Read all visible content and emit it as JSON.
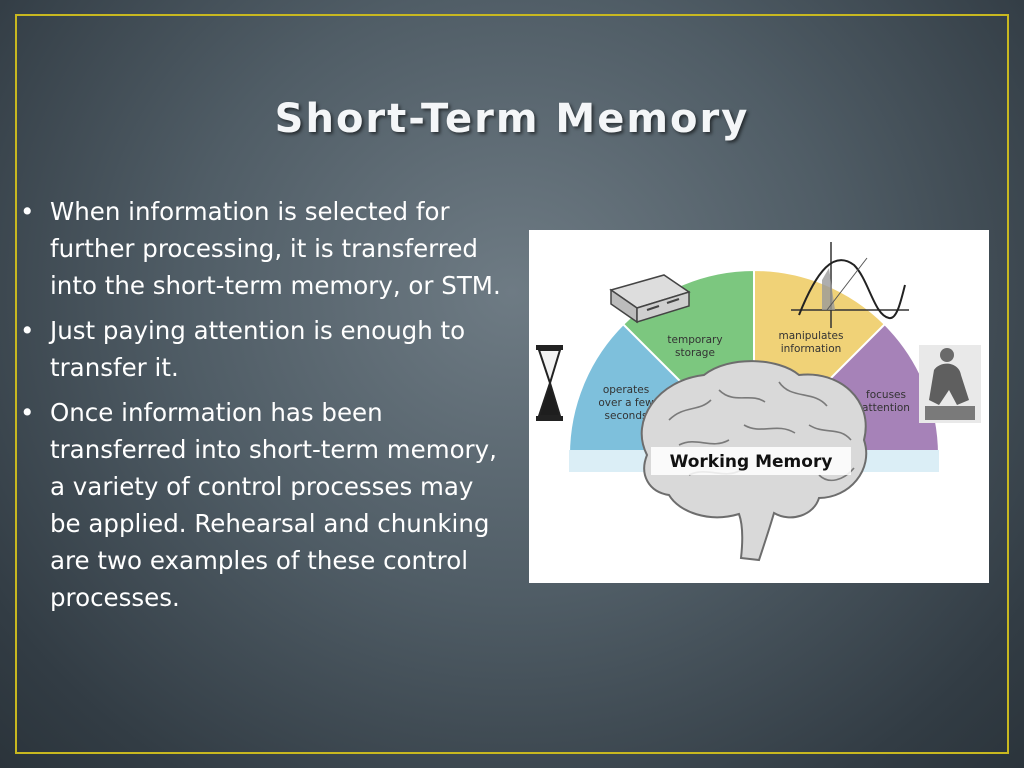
{
  "slide": {
    "title": "Short-Term Memory",
    "bullets": [
      "When information is selected for further processing, it is transferred into the short-term memory, or STM.",
      "Just paying attention is enough to transfer it.",
      "Once information has been transferred into short-term memory, a variety of control processes may be applied. Rehearsal and chunking are two examples of these control processes."
    ]
  },
  "figure": {
    "segments": [
      {
        "line1": "operates",
        "line2": "over a few",
        "line3": "seconds",
        "color": "#7ec0dc"
      },
      {
        "line1": "temporary",
        "line2": "storage",
        "color": "#7cc77f"
      },
      {
        "line1": "manipulates",
        "line2": "information",
        "color": "#f0d277"
      },
      {
        "line1": "focuses",
        "line2": "attention",
        "color": "#a682b8"
      }
    ],
    "banner": "Working Memory",
    "icons": [
      "hourglass-icon",
      "file-cabinet-icon",
      "graph-icon",
      "thinker-statue-icon",
      "brain-icon"
    ]
  },
  "colors": {
    "frame_border": "#c8b820",
    "title_text": "#f4f6f8",
    "body_text": "#ffffff"
  }
}
